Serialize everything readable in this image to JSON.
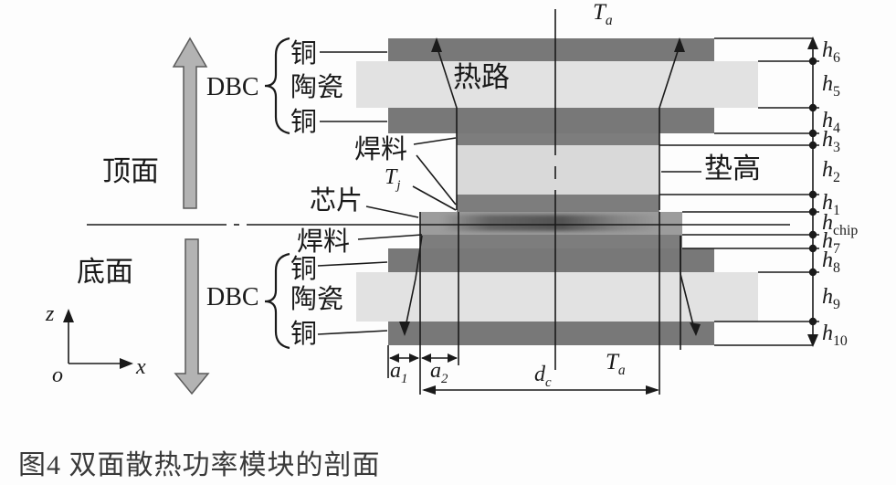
{
  "figure": {
    "caption": "图4 双面散热功率模块的剖面",
    "ambient": {
      "base": "T",
      "sub": "a"
    },
    "junction": {
      "base": "T",
      "sub": "j"
    },
    "sides": {
      "top": "顶面",
      "bottom": "底面"
    },
    "axes": {
      "z": "z",
      "o": "o",
      "x": "x"
    },
    "dbc_top": {
      "label": "DBC",
      "copper1": "铜",
      "ceramic": "陶瓷",
      "copper2": "铜"
    },
    "dbc_bottom": {
      "label": "DBC",
      "copper1": "铜",
      "ceramic": "陶瓷",
      "copper2": "铜"
    },
    "labels": {
      "solder_top": "焊料",
      "chip": "芯片",
      "heat_path": "热路",
      "spacer": "垫高",
      "solder_bottom": "焊料"
    },
    "heights": [
      {
        "base": "h",
        "sub": "6"
      },
      {
        "base": "h",
        "sub": "5"
      },
      {
        "base": "h",
        "sub": "4"
      },
      {
        "base": "h",
        "sub": "3"
      },
      {
        "base": "h",
        "sub": "2"
      },
      {
        "base": "h",
        "sub": "1"
      },
      {
        "base": "h",
        "sub": "chip"
      },
      {
        "base": "h",
        "sub": "7"
      },
      {
        "base": "h",
        "sub": "8"
      },
      {
        "base": "h",
        "sub": "9"
      },
      {
        "base": "h",
        "sub": "10"
      }
    ],
    "widths": {
      "a1": {
        "base": "a",
        "sub": "1"
      },
      "a2": {
        "base": "a",
        "sub": "2"
      },
      "dc": {
        "base": "d",
        "sub": "c"
      }
    },
    "colors": {
      "copper": "#787878",
      "ceramic": "#e2e2e2",
      "spacer": "#d9d9d9",
      "solder": "#7d7d7d",
      "chip": "#9c9c9c",
      "arrowfill": "#b3b3b3",
      "line": "#1a1a1a"
    }
  }
}
